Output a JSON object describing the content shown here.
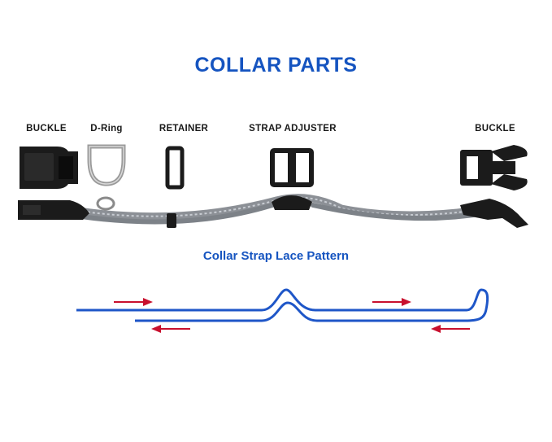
{
  "title": "COLLAR PARTS",
  "parts": [
    {
      "label": "BUCKLE"
    },
    {
      "label": "D-Ring"
    },
    {
      "label": "RETAINER"
    },
    {
      "label": "STRAP ADJUSTER"
    },
    {
      "label": "BUCKLE"
    }
  ],
  "lace_pattern": {
    "title": "Collar Strap Lace Pattern",
    "arrows": [
      {
        "direction": "right"
      },
      {
        "direction": "left"
      },
      {
        "direction": "right"
      },
      {
        "direction": "left"
      }
    ]
  },
  "colors": {
    "title": "#1554c0",
    "lace_line": "#1e56c8",
    "arrow": "#c8102e",
    "hardware": "#1b1b1b",
    "ring": "#9a9a9a",
    "strap": "#8c9096"
  }
}
